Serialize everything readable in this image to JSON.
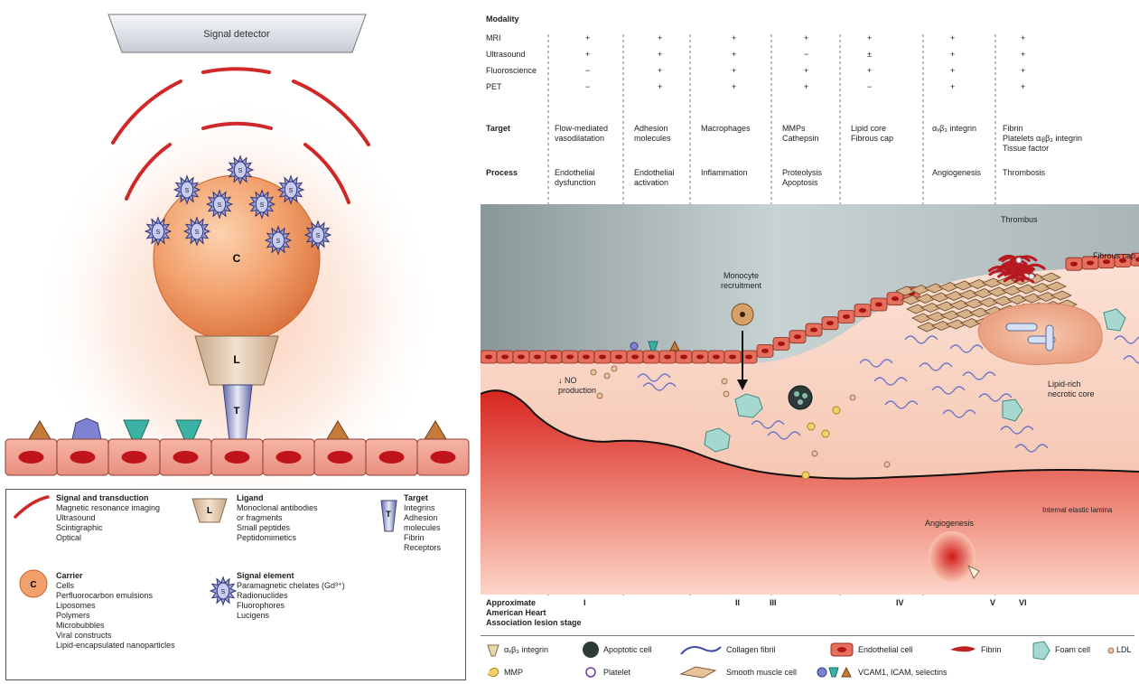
{
  "left": {
    "detector_label": "Signal detector",
    "carrier_letter": "C",
    "ligand_letter": "L",
    "target_letter": "T",
    "signal_letter": "S",
    "legend": {
      "signal": {
        "title": "Signal and transduction",
        "items": [
          "Magnetic resonance imaging",
          "Ultrasound",
          "Scintigraphic",
          "Optical"
        ]
      },
      "ligand": {
        "title": "Ligand",
        "items": [
          "Monoclonal antibodies",
          "or fragments",
          "Small peptides",
          "Peptidomimetics"
        ]
      },
      "target": {
        "title": "Target",
        "items": [
          "Integrins",
          "Adhesion",
          "molecules",
          "Fibrin",
          "Receptors"
        ]
      },
      "carrier": {
        "title": "Carrier",
        "items": [
          "Cells",
          "Perfluorocarbon emulsions",
          "Liposomes",
          "Polymers",
          "Microbubbles",
          "Viral constructs",
          "Lipid-encapsulated nanoparticles"
        ]
      },
      "signal_element": {
        "title": "Signal element",
        "items": [
          "Paramagnetic chelates (Gd³⁺)",
          "Radionuclides",
          "Fluorophores",
          "Lucigens"
        ]
      }
    }
  },
  "right": {
    "modality": {
      "title": "Modality",
      "rows": [
        {
          "label": "MRI",
          "cols": [
            "+",
            "+",
            "+",
            "+",
            "+",
            "+",
            "+"
          ]
        },
        {
          "label": "Ultrasound",
          "cols": [
            "+",
            "+",
            "+",
            "−",
            "±",
            "+",
            "+"
          ]
        },
        {
          "label": "Fluoroscience",
          "cols": [
            "−",
            "+",
            "+",
            "+",
            "+",
            "+",
            "+"
          ]
        },
        {
          "label": "PET",
          "cols": [
            "−",
            "+",
            "+",
            "+",
            "−",
            "+",
            "+"
          ]
        }
      ]
    },
    "target": {
      "title": "Target",
      "cols": [
        [
          "Flow-mediated",
          "vasodilatation"
        ],
        [
          "Adhesion",
          "molecules"
        ],
        [
          "Macrophages"
        ],
        [
          "MMPs",
          "Cathepsin"
        ],
        [
          "Lipid core",
          "Fibrous cap"
        ],
        [
          "αᵥβ₃ integrin"
        ],
        [
          "Fibrin",
          "Platelets αᵢᵦβ₃ integrin",
          "Tissue factor"
        ]
      ]
    },
    "process": {
      "title": "Process",
      "cols": [
        [
          "Endothelial",
          "dysfunction"
        ],
        [
          "Endothelial",
          "activation"
        ],
        [
          "Inflammation"
        ],
        [
          "Proteolysis",
          "Apoptosis"
        ],
        [
          ""
        ],
        [
          "Angiogenesis"
        ],
        [
          "Thrombosis"
        ]
      ]
    },
    "labels": {
      "thrombus": "Thrombus",
      "fibrous_cap": "Fibrous cap",
      "monocyte": [
        "Monocyte",
        "recruitment"
      ],
      "no_production": [
        "↓ NO",
        "production"
      ],
      "lipid_core": [
        "Lipid-rich",
        "necrotic core"
      ],
      "elastic_lamina": "Internal elastic lamina",
      "angiogenesis": "Angiogenesis"
    },
    "stage": {
      "title": [
        "Approximate",
        "American Heart",
        "Association lesion stage"
      ],
      "marks": [
        "I",
        "II",
        "III",
        "IV",
        "V",
        "VI"
      ]
    },
    "legend": {
      "integrin": "αᵥβ₃ integrin",
      "apoptotic": "Apoptotic cell",
      "collagen": "Collagen fibril",
      "endothelial": "Endothelial cell",
      "fibrin": "Fibrin",
      "foam": "Foam cell",
      "ldl": "LDL",
      "mmp": "MMP",
      "platelet": "Platelet",
      "smooth": "Smooth muscle cell",
      "vcam": "VCAM1, ICAM, selectins"
    }
  }
}
